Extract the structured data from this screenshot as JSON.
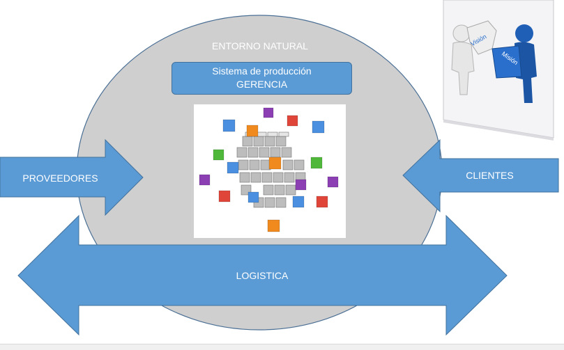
{
  "diagram": {
    "environment_label": "ENTORNO NATURAL",
    "management_box": {
      "line1": "Sistema de producción",
      "line2": "GERENCIA"
    },
    "suppliers_label": "PROVEEDORES",
    "clients_label": "CLIENTES",
    "logistics_label": "LOGISTICA",
    "puzzle_labels": {
      "left": "Visión",
      "right": "Misión"
    }
  },
  "colors": {
    "environment_fill": "#d0cfd0",
    "arrow_fill": "#5b9bd5",
    "arrow_stroke": "#41719c",
    "cube_gray": "#9a9a9a",
    "puzzle_blue": "#1f5fb6"
  }
}
